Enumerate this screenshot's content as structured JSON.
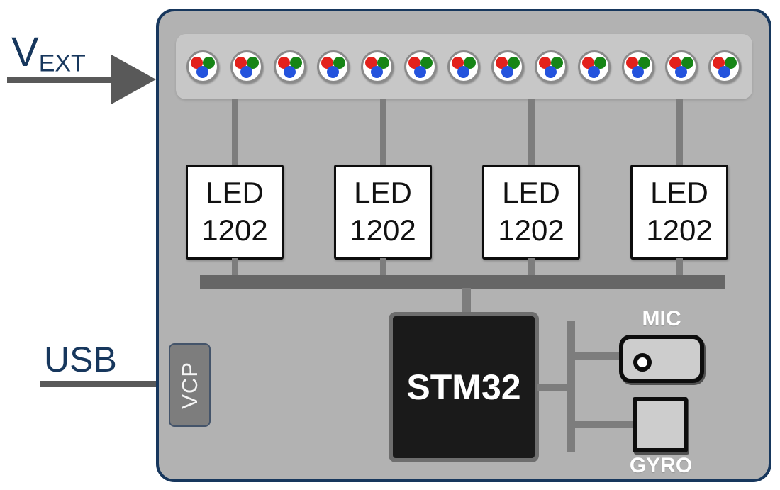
{
  "colors": {
    "navy": "#17375d",
    "arrow_gray": "#595959",
    "board_fill": "#b2b2b2",
    "strip_fill": "#c7c7c7",
    "wire_gray": "#7d7d7d",
    "bus_gray": "#666666",
    "ink_black": "#0d0d0d",
    "stm32_fill": "#1a1a1a",
    "stm32_border": "#6e6e6e",
    "peripheral_fill": "#cdcdcd",
    "vcp_fill": "#7d7d7d",
    "vcp_border": "#44546a",
    "led_red": "#e3211c",
    "led_green": "#168516",
    "led_blue": "#2453dd",
    "text_white": "#ffffff",
    "led_box_fill": "#ffffff"
  },
  "external": {
    "vext": {
      "base": "V",
      "subscript": "EXT"
    },
    "usb": "USB"
  },
  "board": {
    "led_strip": {
      "count": 13
    },
    "led_drivers": [
      {
        "line1": "LED",
        "line2": "1202"
      },
      {
        "line1": "LED",
        "line2": "1202"
      },
      {
        "line1": "LED",
        "line2": "1202"
      },
      {
        "line1": "LED",
        "line2": "1202"
      }
    ],
    "mcu": {
      "label": "STM32"
    },
    "vcp": {
      "label": "VCP"
    },
    "mic": {
      "label": "MIC"
    },
    "gyro": {
      "label": "GYRO"
    }
  }
}
